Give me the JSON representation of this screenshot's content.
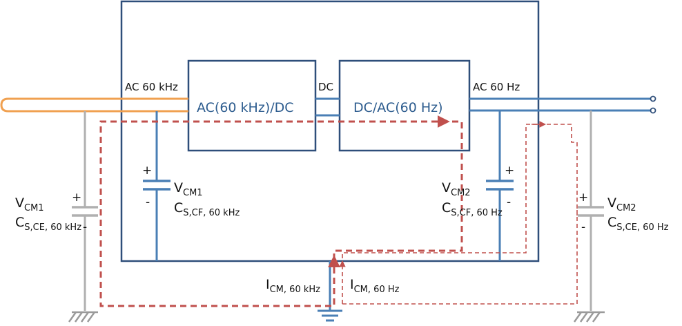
{
  "colors": {
    "frame": "#2e4e7a",
    "block_text": "#2e5d8f",
    "ac_source": "#f0a050",
    "dc_link": "#4a7fb5",
    "output": "#4a7fb5",
    "ground_wire": "#b0b0b0",
    "cm_current": "#c0504d",
    "ground_symbol": "#9a9a9a",
    "label": "#111111"
  },
  "blocks": {
    "rectifier": "AC(60 kHz)/DC",
    "inverter": "DC/AC(60 Hz)"
  },
  "links": {
    "ac_input": "AC 60  kHz",
    "dc": "DC",
    "ac_output": "AC 60  Hz"
  },
  "left_internal": {
    "v_main": "V",
    "v_sub": "CM1",
    "c_main": "C",
    "c_sub": "S,CF, 60 kHz",
    "plus": "+",
    "minus": "-"
  },
  "right_internal": {
    "v_main": "V",
    "v_sub": "CM2",
    "c_main": "C",
    "c_sub": "S,CF, 60 Hz",
    "plus": "+",
    "minus": "-"
  },
  "left_external": {
    "v_main": "V",
    "v_sub": "CM1",
    "c_main": "C",
    "c_sub": "S,CE, 60 kHz",
    "plus": "+",
    "minus": "-"
  },
  "right_external": {
    "v_main": "V",
    "v_sub": "CM2",
    "c_main": "C",
    "c_sub": "S,CE, 60 Hz",
    "plus": "+",
    "minus": "-"
  },
  "currents": {
    "i60k_main": "I",
    "i60k_sub": "CM, 60 kHz",
    "i60_main": "I",
    "i60_sub": "CM, 60 Hz"
  }
}
